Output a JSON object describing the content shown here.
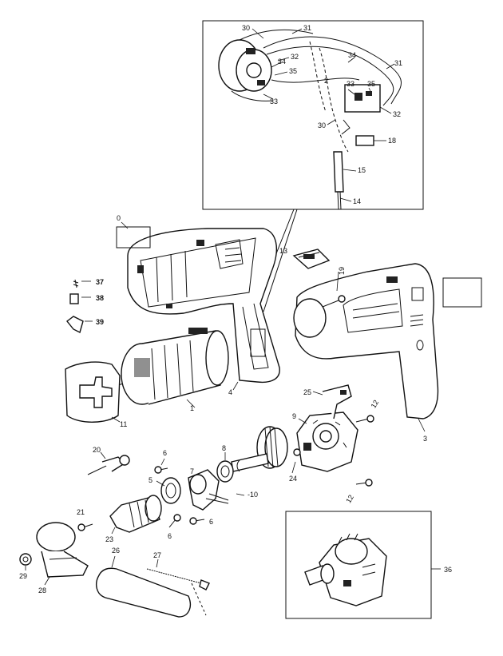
{
  "labels": [
    {
      "id": "30a",
      "text": "30"
    },
    {
      "id": "31a",
      "text": "31"
    },
    {
      "id": "34a",
      "text": "34"
    },
    {
      "id": "32a",
      "text": "32"
    },
    {
      "id": "35a",
      "text": "35"
    },
    {
      "id": "34b",
      "text": "34"
    },
    {
      "id": "31b",
      "text": "31"
    },
    {
      "id": "2",
      "text": "2"
    },
    {
      "id": "33a",
      "text": "33"
    },
    {
      "id": "35b",
      "text": "35"
    },
    {
      "id": "32b",
      "text": "32"
    },
    {
      "id": "33b",
      "text": "33"
    },
    {
      "id": "30b",
      "text": "30"
    },
    {
      "id": "18",
      "text": "18"
    },
    {
      "id": "15",
      "text": "15"
    },
    {
      "id": "14",
      "text": "14"
    },
    {
      "id": "0",
      "text": "0"
    },
    {
      "id": "13",
      "text": "13"
    },
    {
      "id": "19",
      "text": "19"
    },
    {
      "id": "37",
      "text": "37"
    },
    {
      "id": "38",
      "text": "38"
    },
    {
      "id": "39",
      "text": "39"
    },
    {
      "id": "1",
      "text": "1"
    },
    {
      "id": "4",
      "text": "4"
    },
    {
      "id": "11",
      "text": "11"
    },
    {
      "id": "25",
      "text": "25"
    },
    {
      "id": "12a",
      "text": "12"
    },
    {
      "id": "9",
      "text": "9"
    },
    {
      "id": "3",
      "text": "3"
    },
    {
      "id": "20",
      "text": "20"
    },
    {
      "id": "6a",
      "text": "6"
    },
    {
      "id": "8",
      "text": "8"
    },
    {
      "id": "5",
      "text": "5"
    },
    {
      "id": "7",
      "text": "7"
    },
    {
      "id": "10",
      "text": "-10"
    },
    {
      "id": "24",
      "text": "24"
    },
    {
      "id": "12b",
      "text": "12"
    },
    {
      "id": "21",
      "text": "21"
    },
    {
      "id": "23",
      "text": "23"
    },
    {
      "id": "6b",
      "text": "6"
    },
    {
      "id": "6c",
      "text": "6"
    },
    {
      "id": "26",
      "text": "26"
    },
    {
      "id": "27",
      "text": "27"
    },
    {
      "id": "29",
      "text": "29"
    },
    {
      "id": "28",
      "text": "28"
    },
    {
      "id": "36",
      "text": "36"
    }
  ]
}
